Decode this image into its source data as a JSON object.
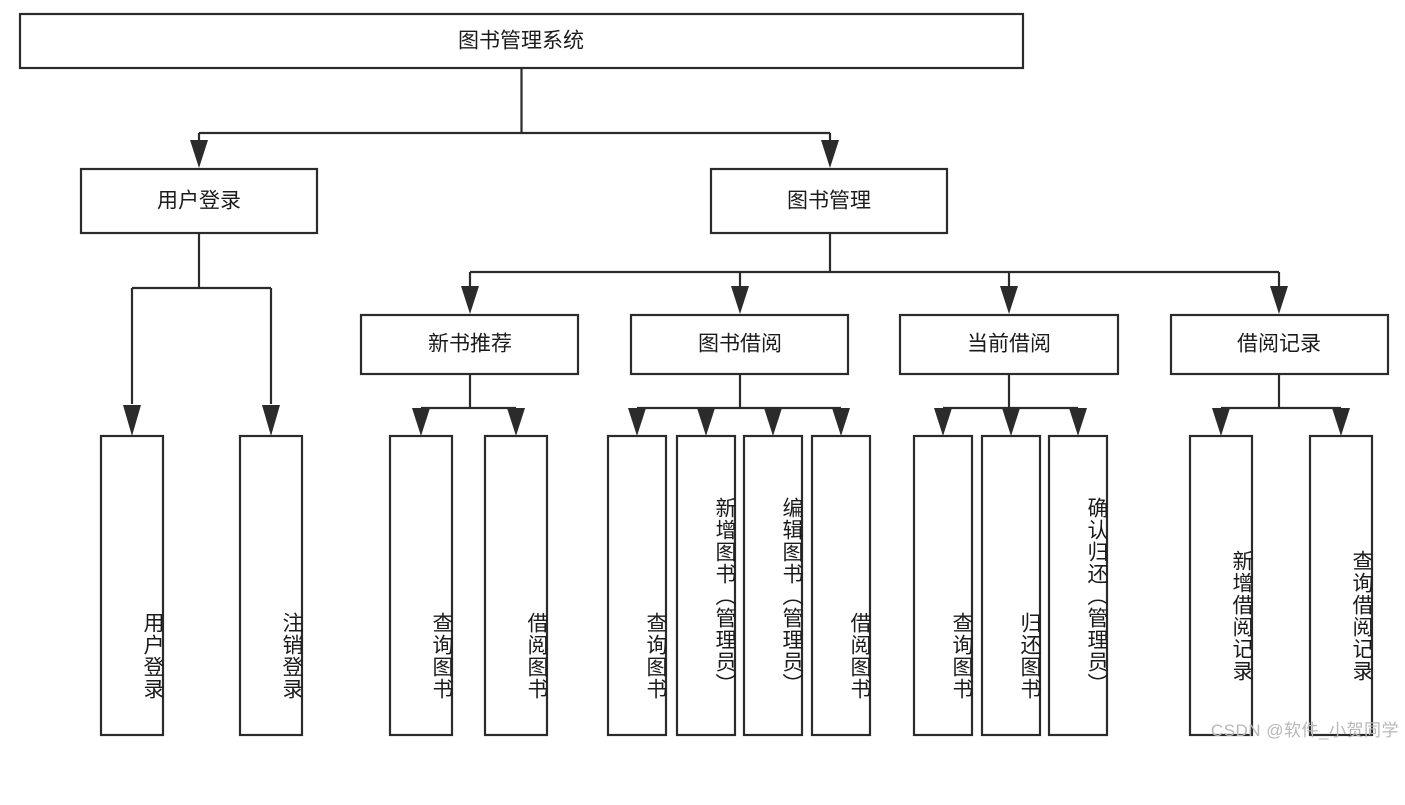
{
  "diagram": {
    "title": "图书管理系统",
    "type": "tree",
    "watermark": "CSDN @软件_小贺同学",
    "colors": {
      "box_stroke": "#2b2b2b",
      "box_fill": "#ffffff",
      "connector": "#2b2b2b",
      "text": "#1b1b1b",
      "watermark": "#b8b8b8",
      "background": "#ffffff"
    },
    "nodes": {
      "root": {
        "label": "图书管理系统"
      },
      "level1": [
        {
          "label": "用户登录"
        },
        {
          "label": "图书管理"
        }
      ],
      "level2": [
        {
          "label": "新书推荐"
        },
        {
          "label": "图书借阅"
        },
        {
          "label": "当前借阅"
        },
        {
          "label": "借阅记录"
        }
      ],
      "leaves": {
        "user_login": [
          {
            "label": "用户登录"
          },
          {
            "label": "注销登录"
          }
        ],
        "new_book_recommend": [
          {
            "label": "查询图书"
          },
          {
            "label": "借阅图书"
          }
        ],
        "book_borrow": [
          {
            "label": "查询图书"
          },
          {
            "label": "新增图书（管理员）"
          },
          {
            "label": "编辑图书（管理员）"
          },
          {
            "label": "借阅图书"
          }
        ],
        "current_borrow": [
          {
            "label": "查询图书"
          },
          {
            "label": "归还图书"
          },
          {
            "label": "确认归还（管理员）"
          }
        ],
        "borrow_record": [
          {
            "label": "新增借阅记录"
          },
          {
            "label": "查询借阅记录"
          }
        ]
      }
    }
  }
}
